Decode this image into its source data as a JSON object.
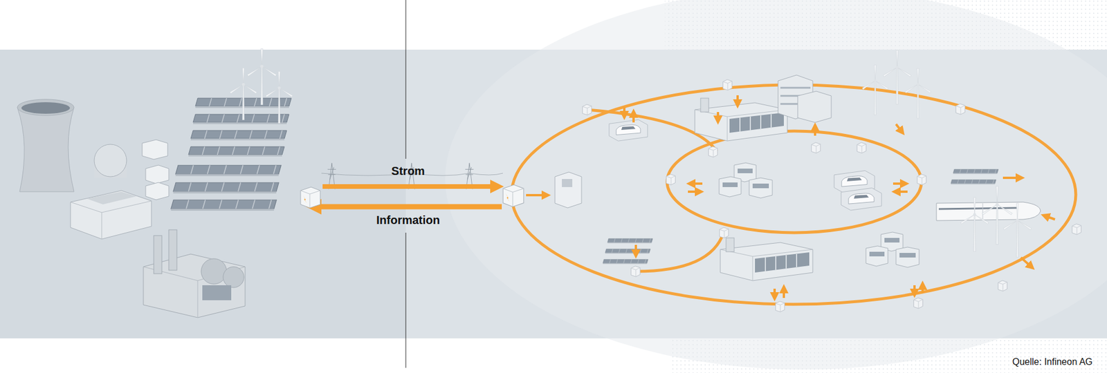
{
  "diagram": {
    "labels": [
      "Strom",
      "Information",
      "Quelle: Infineon AG"
    ]
  }
}
